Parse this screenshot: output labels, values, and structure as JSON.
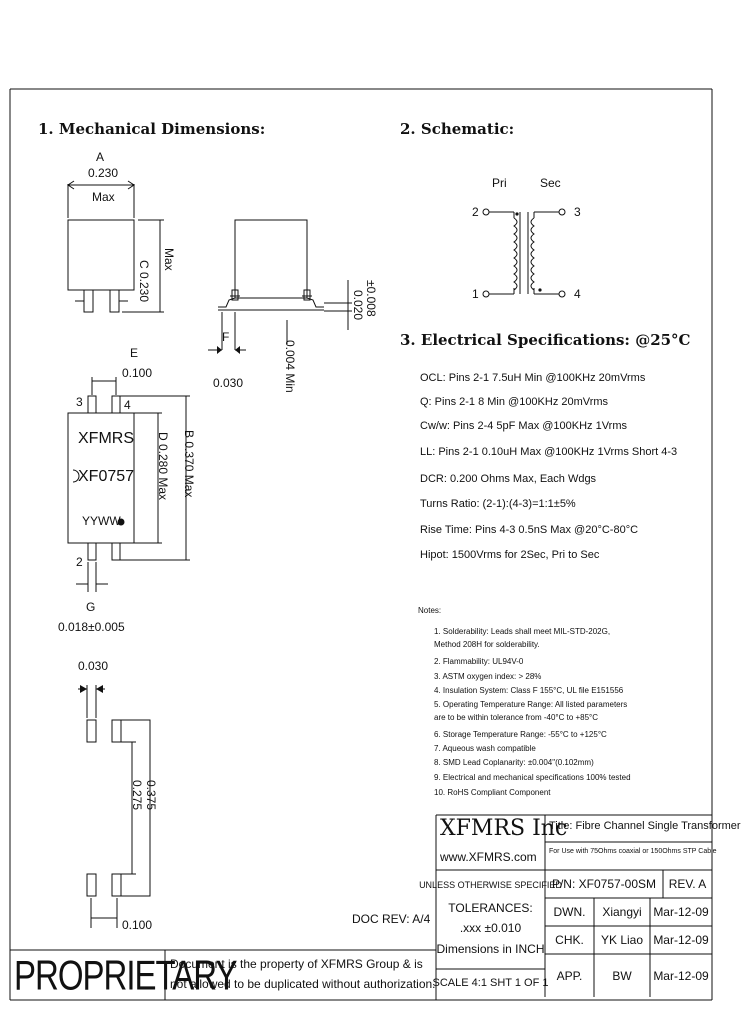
{
  "sections": {
    "mechanical": "1. Mechanical Dimensions:",
    "schematic": "2. Schematic:",
    "electrical": "3. Electrical Specifications: @25°C"
  },
  "mechanical": {
    "dim_a_letter": "A",
    "dim_a_value": "0.230",
    "dim_a_max": "Max",
    "dim_c": "C  0.230",
    "dim_c_max": "Max",
    "dim_lead": "0.020",
    "dim_lead_tol": "±0.008",
    "dim_e_letter": "E",
    "dim_e_value": "0.100",
    "dim_f_letter": "F",
    "dim_f_value": "0.030",
    "dim_min": "0.004  Min",
    "pin3": "3",
    "pin4": "4",
    "pin2": "2",
    "pin1": "1",
    "marking_brand": "XFMRS",
    "marking_part": "XF0757",
    "marking_date": "YYWW",
    "dim_d": "D  0.280  Max",
    "dim_b": "B  0.370  Max",
    "dim_g_letter": "G",
    "dim_g_value": "0.018±0.005",
    "pad_width": "0.030",
    "pad_pitch_inner": "0.275",
    "pad_pitch_outer": "0.375",
    "pad_spacing": "0.100",
    "doc_rev": "DOC REV: A/4"
  },
  "schematic": {
    "pri": "Pri",
    "sec": "Sec",
    "p2": "2",
    "p1": "1",
    "p3": "3",
    "p4": "4"
  },
  "specs": [
    "OCL: Pins 2-1 7.5uH Min @100KHz 20mVrms",
    "Q: Pins 2-1 8 Min @100KHz 20mVrms",
    "Cw/w: Pins 2-4 5pF Max @100KHz 1Vrms",
    "LL: Pins 2-1 0.10uH Max @100KHz 1Vrms Short 4-3",
    "DCR: 0.200 Ohms Max, Each Wdgs",
    "Turns Ratio: (2-1):(4-3)=1:1±5%",
    "Rise Time: Pins 4-3 0.5nS Max @20°C-80°C",
    "Hipot: 1500Vrms for 2Sec, Pri to Sec"
  ],
  "notes": {
    "heading": "Notes:",
    "items": [
      "1. Solderability: Leads shall meet MIL-STD-202G,",
      "    Method 208H for solderability.",
      "2. Flammability: UL94V-0",
      "3. ASTM oxygen index: > 28%",
      "4. Insulation System: Class F 155°C, UL file E151556",
      "5. Operating Temperature Range: All listed parameters",
      "    are to be within tolerance from -40°C to +85°C",
      "6. Storage Temperature Range: -55°C to +125°C",
      "7. Aqueous wash compatible",
      "8. SMD Lead Coplanarity: ±0.004\"(0.102mm)",
      "9. Electrical and mechanical specifications 100% tested",
      "10. RoHS Compliant Component"
    ]
  },
  "title_block": {
    "company": "XFMRS Inc",
    "website": "www.XFMRS.com",
    "title": "Title: Fibre Channel Single Transformer",
    "title_sub": "For Use with 75Ohms coaxial or 150Ohms STP Cable",
    "unless": "UNLESS OTHERWISE SPECIFIED",
    "tolerances": "TOLERANCES:",
    "tol_value": ".xxx  ±0.010",
    "dimensions": "Dimensions in INCH",
    "pn": "P/N: XF0757-00SM",
    "rev": "REV. A",
    "dwn": "DWN.",
    "dwn_name": "Xiangyi",
    "dwn_date": "Mar-12-09",
    "chk": "CHK.",
    "chk_name": "YK Liao",
    "chk_date": "Mar-12-09",
    "app": "APP.",
    "app_name": "BW",
    "app_date": "Mar-12-09",
    "scale": "SCALE 4:1  SHT 1 OF 1"
  },
  "proprietary": {
    "label": "PROPRIETARY",
    "line1": "Document is the property of XFMRS Group & is",
    "line2": "not allowed to be duplicated without authorization."
  }
}
